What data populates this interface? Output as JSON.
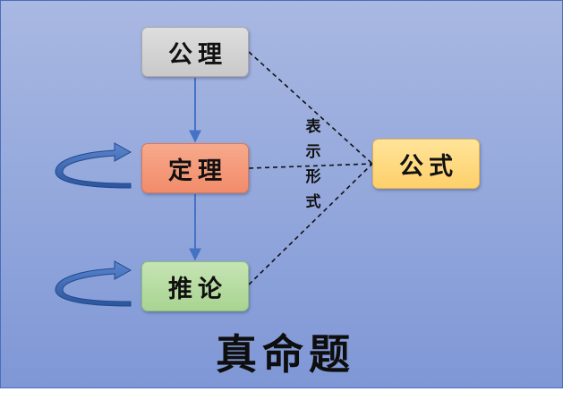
{
  "diagram": {
    "title": "真命题",
    "nodes": {
      "axiom": "公理",
      "theorem": "定理",
      "inference": "推论",
      "formula": "公式"
    },
    "edge_label": "表示形式",
    "colors": {
      "background": "#94a8dc",
      "axiom": "#cfcfcf",
      "theorem": "#f49a79",
      "inference": "#b7dca2",
      "formula": "#fed97f",
      "arrow": "#4472c4",
      "loop_arrow": "#2e5fa8"
    }
  }
}
